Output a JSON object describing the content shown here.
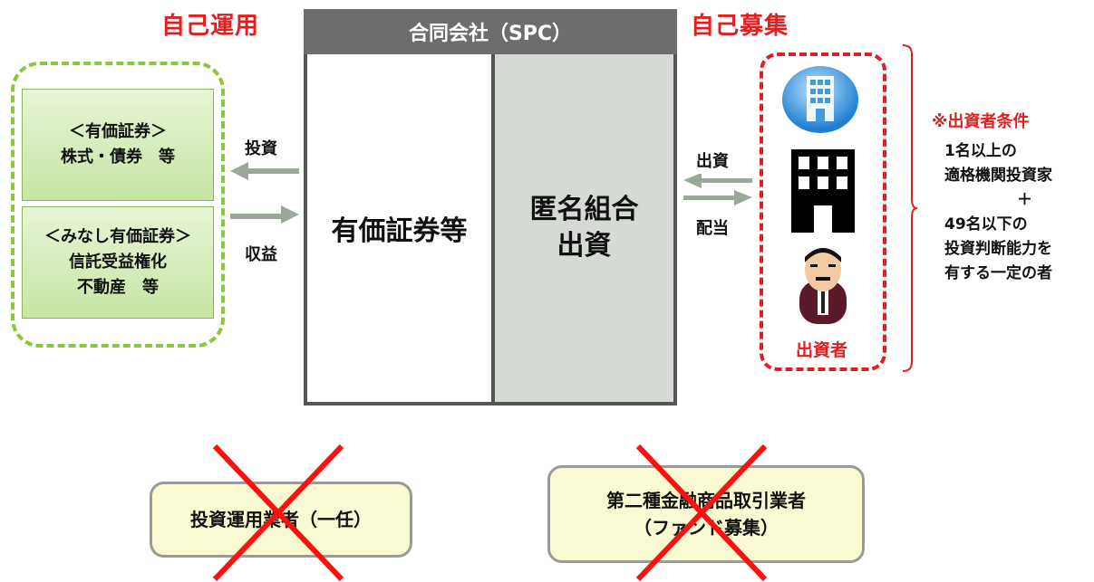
{
  "headings": {
    "self_operation": "自己運用",
    "self_solicitation": "自己募集"
  },
  "left_group": {
    "box1_line1": "＜有価証券＞",
    "box1_line2": "株式・債券　等",
    "box2_line1": "＜みなし有価証券＞",
    "box2_line2": "信託受益権化",
    "box2_line3": "不動産　等"
  },
  "arrows_left": {
    "invest": "投資",
    "profit": "収益"
  },
  "spc": {
    "header": "合同会社（SPC）",
    "left_label": "有価証券等",
    "right_line1": "匿名組合",
    "right_line2": "出資"
  },
  "arrows_right": {
    "contribution": "出資",
    "dividend": "配当"
  },
  "investors": {
    "label": "出資者",
    "icons": [
      "building-blue-icon",
      "building-black-icon",
      "person-icon"
    ]
  },
  "conditions": {
    "title": "※出資者条件",
    "line1": "1名以上の",
    "line2": "適格機関投資家",
    "plus": "＋",
    "line3": "49名以下の",
    "line4": "投資判断能力を",
    "line5": "有する一定の者"
  },
  "bottom": {
    "box1": "投資運用業者（一任）",
    "box2_line1": "第二種金融商品取引業者",
    "box2_line2": "（ファンド募集）"
  },
  "colors": {
    "red": "#e02020",
    "green_dash": "#8cc63f",
    "spc_header": "#6d6d6d",
    "spc_right": "#d6dad5",
    "bottom_fill": "#fafad2"
  }
}
